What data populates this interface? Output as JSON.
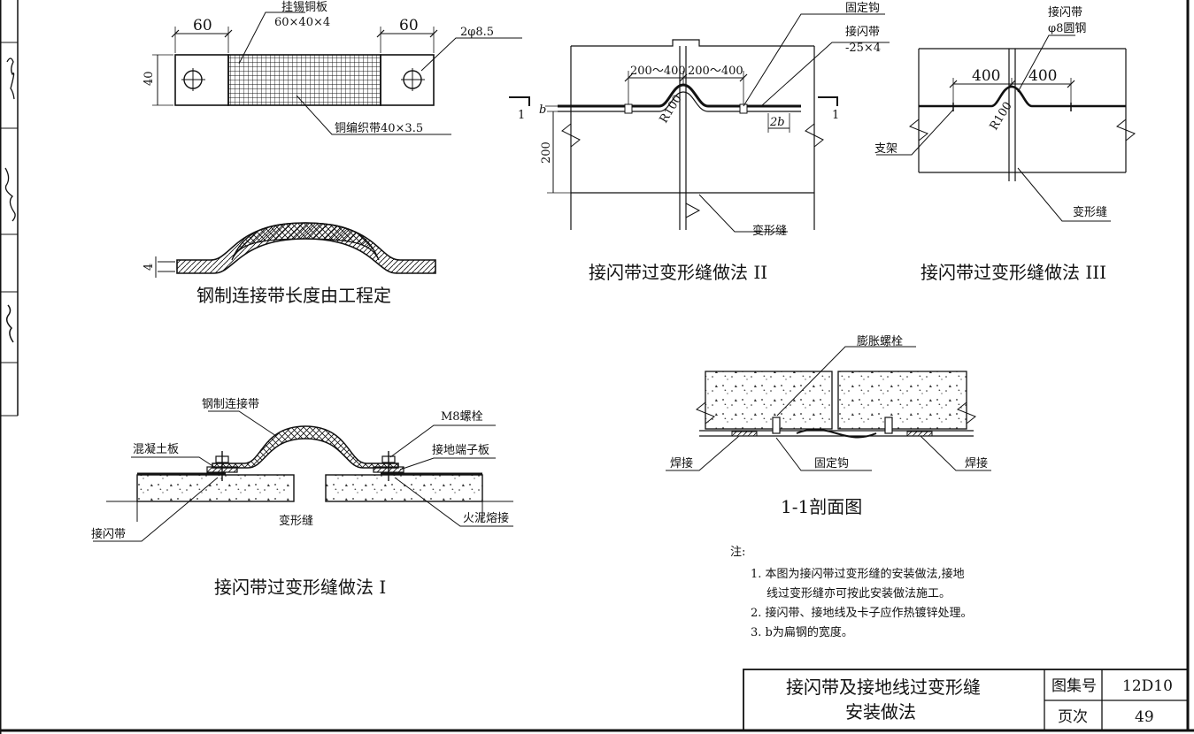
{
  "sheet": {
    "title_line1": "接闪带及接地线过变形缝",
    "title_line2": "安装做法",
    "atlas_label": "图集号",
    "atlas_value": "12D10",
    "page_label": "页次",
    "page_value": "49"
  },
  "detail_strap": {
    "label_tin_plate": "挂锡铜板",
    "label_tin_plate_dim": "60×40×4",
    "dim_left": "60",
    "dim_right": "60",
    "dim_height": "40",
    "label_holes": "2φ8.5",
    "label_braid": "铜编织带40×3.5"
  },
  "detail_steel_strap": {
    "dim_thickness": "4",
    "caption": "钢制连接带长度由工程定"
  },
  "method1": {
    "label_steel_strap": "钢制连接带",
    "label_bolt": "M8螺栓",
    "label_concrete": "混凝土板",
    "label_terminal": "接地端子板",
    "label_joint": "变形缝",
    "label_air_terminal": "接闪带",
    "label_weld": "火泥熔接",
    "caption": "接闪带过变形缝做法 I"
  },
  "method2": {
    "label_hook": "固定钩",
    "label_air_terminal": "接闪带",
    "label_air_terminal_dim": "-25×4",
    "dim_left": "200～400",
    "dim_right": "200～400",
    "label_radius": "R100",
    "label_b": "b",
    "label_2b": "2b",
    "dim_height": "200",
    "section_mark_left": "1",
    "section_mark_right": "1",
    "label_joint": "变形缝",
    "caption": "接闪带过变形缝做法 II"
  },
  "method3": {
    "label_air_terminal": "接闪带",
    "label_air_terminal_dim": "φ8圆钢",
    "dim_left": "400",
    "dim_right": "400",
    "label_radius": "R100",
    "label_support": "支架",
    "label_joint": "变形缝",
    "caption": "接闪带过变形缝做法 III"
  },
  "section11": {
    "label_anchor": "膨胀螺栓",
    "label_weld_left": "焊接",
    "label_hook": "固定钩",
    "label_weld_right": "焊接",
    "caption": "1-1剖面图"
  },
  "notes": {
    "heading": "注:",
    "line1": "1. 本图为接闪带过变形缝的安装做法,接地",
    "line2": "线过变形缝亦可按此安装做法施工。",
    "line3": "2. 接闪带、接地线及卡子应作热镀锌处理。",
    "line4": "3. b为扁钢的宽度。"
  }
}
